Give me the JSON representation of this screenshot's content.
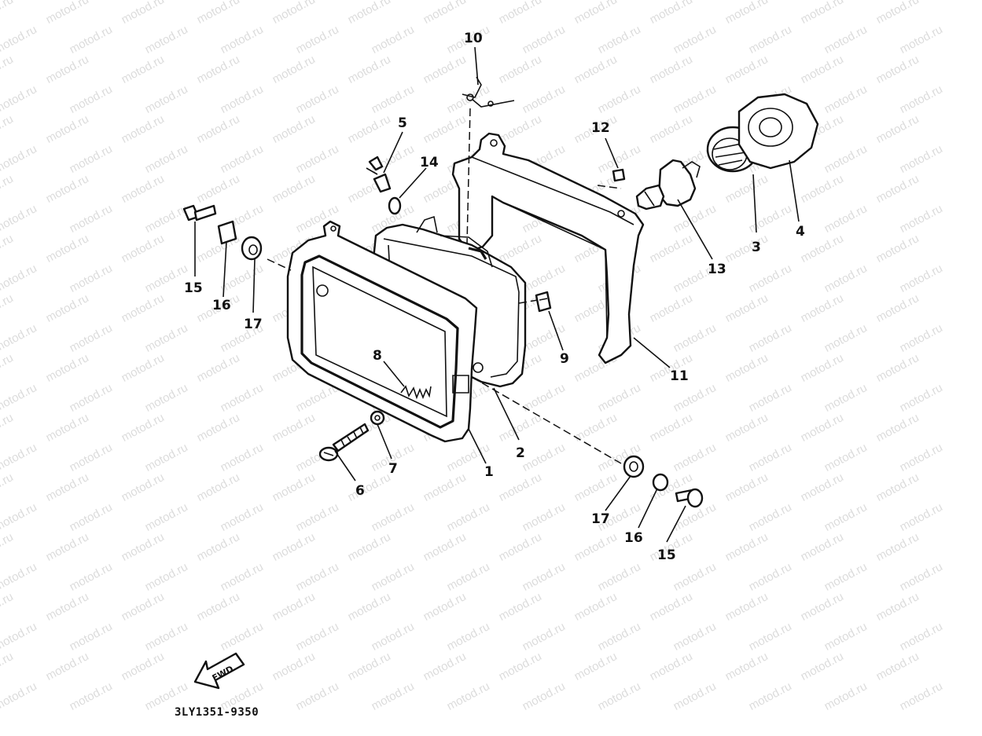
{
  "watermark": {
    "text": "motod.ru",
    "color": "#dcdcdc"
  },
  "callouts": [
    "1",
    "2",
    "3",
    "4",
    "5",
    "6",
    "7",
    "8",
    "9",
    "10",
    "11",
    "12",
    "13",
    "14",
    "15",
    "16",
    "17",
    "17",
    "16",
    "15"
  ],
  "fwd_label": "FWD",
  "diagram_code": "3LY1351-9350"
}
